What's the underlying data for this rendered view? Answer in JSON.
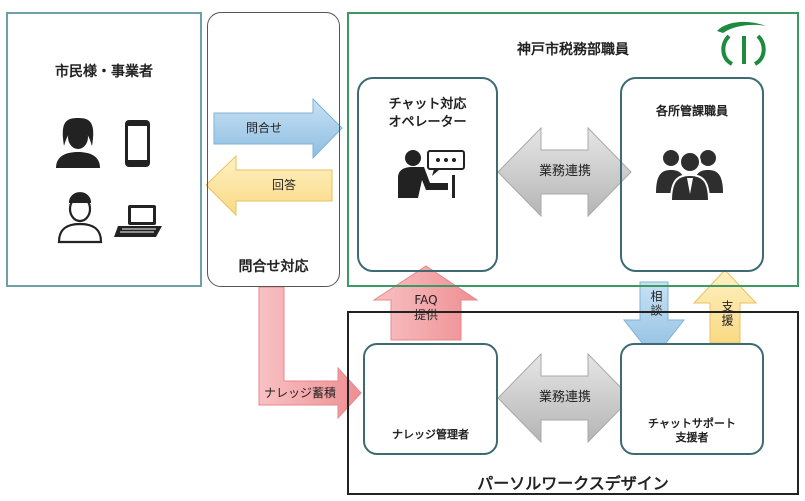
{
  "citizens": {
    "title": "市民様・事業者"
  },
  "inquiry": {
    "title": "問合せ対応"
  },
  "kobe": {
    "title": "神戸市税務部職員",
    "operator": "チャット対応\nオペレーター",
    "staff": "各所管課職員"
  },
  "persol": {
    "title": "パーソルワークスデザイン",
    "manager": "ナレッジ管理者",
    "supporter": "チャットサポート\n支援者"
  },
  "arrows": {
    "inquiry": "問合せ",
    "answer": "回答",
    "collab_top": "業務連携",
    "collab_bottom": "業務連携",
    "faq": "FAQ\n提供",
    "knowledge": "ナレッジ蓄積",
    "consult": "相談",
    "support": "支援"
  },
  "colors": {
    "teal_border": "#6f9fa8",
    "green_border": "#3b9a63",
    "logo_green": "#1d8a3f",
    "blue_arrow": "#a9cde8",
    "yellow_arrow": "#fde7a6",
    "pink_arrow": "#f4a5a8",
    "gray_arrow": "#c9c9c9"
  },
  "icons": [
    "woman-icon",
    "smartphone-icon",
    "man-icon",
    "laptop-icon",
    "operator-chat-icon",
    "staff-group-icon",
    "manager-laptop-icon",
    "support-person-icon",
    "kobe-city-logo"
  ]
}
